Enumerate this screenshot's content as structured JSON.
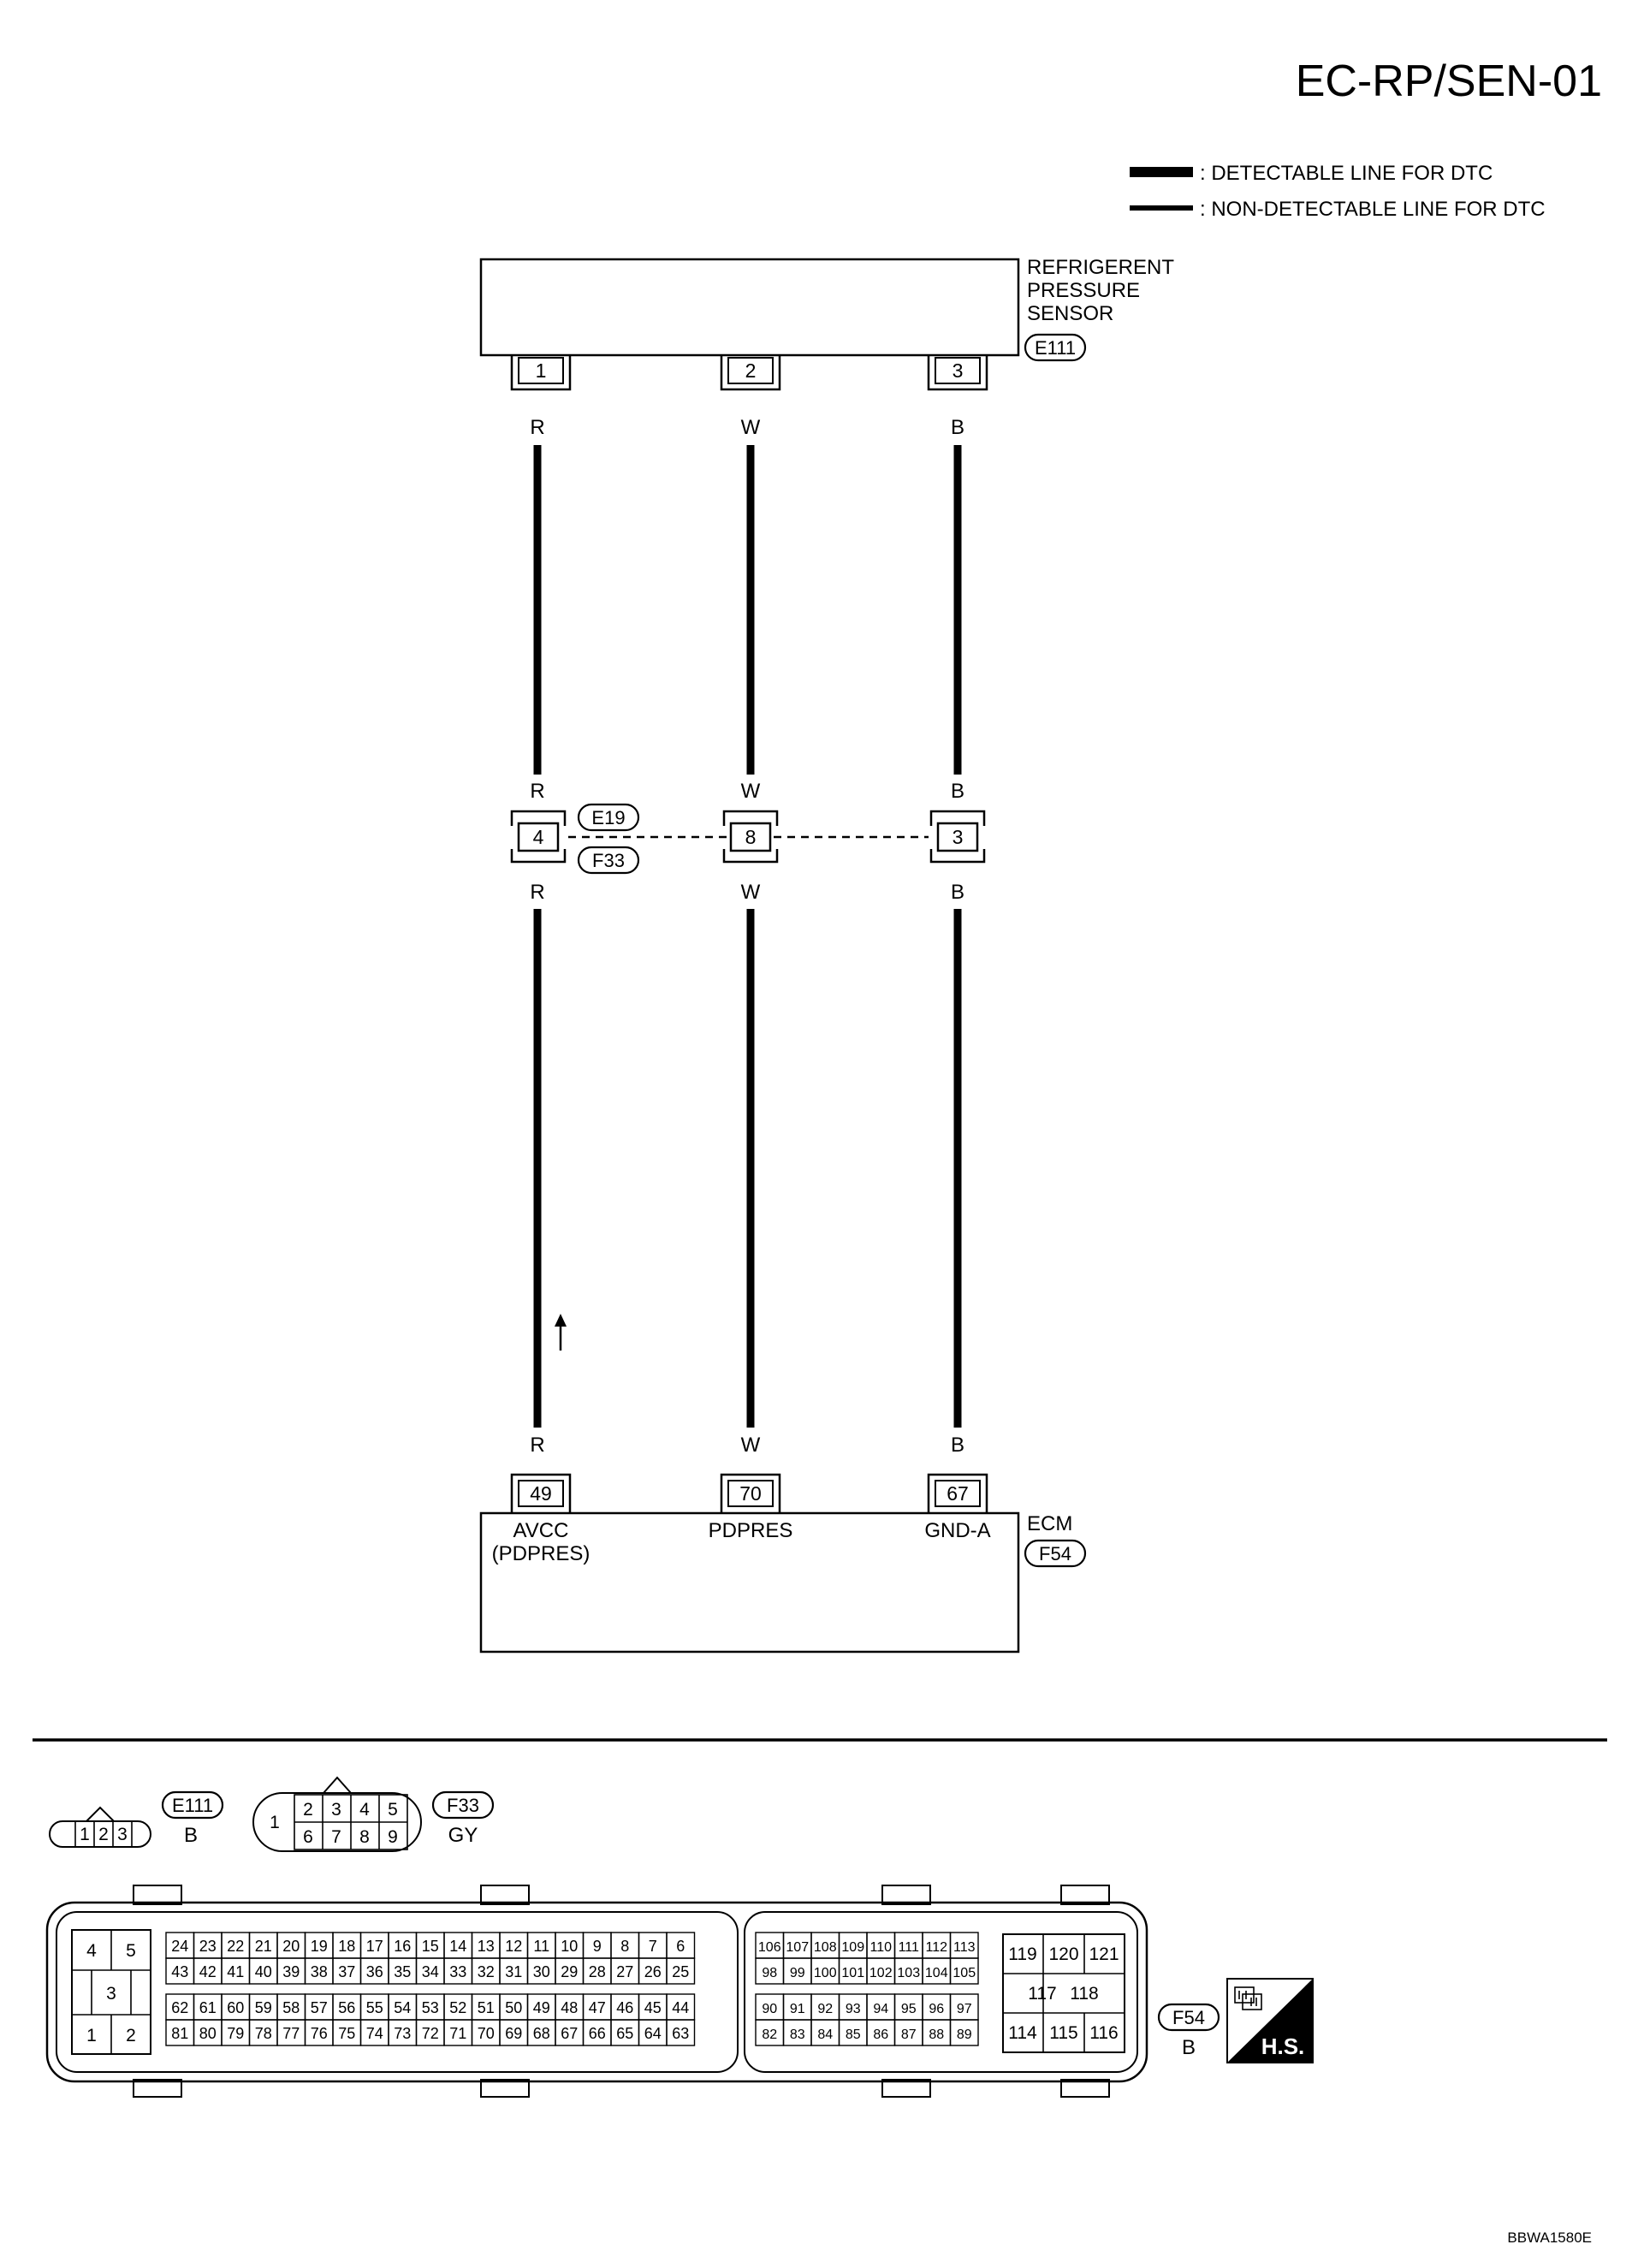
{
  "page_code": "EC-RP/SEN-01",
  "figure_code": "BBWA1580E",
  "legend": {
    "detectable": ": DETECTABLE LINE FOR DTC",
    "non_detectable": ": NON-DETECTABLE LINE FOR DTC"
  },
  "sensor": {
    "name_lines": [
      "REFRIGERENT",
      "PRESSURE",
      "SENSOR"
    ],
    "connector": "E111",
    "pins": [
      "1",
      "2",
      "3"
    ]
  },
  "wires": [
    {
      "color_code": "R",
      "sensor_pin": "1",
      "joint_pin": "4",
      "ecm_pin": "49",
      "ecm_label_lines": [
        "AVCC",
        "(PDPRES)"
      ]
    },
    {
      "color_code": "W",
      "sensor_pin": "2",
      "joint_pin": "8",
      "ecm_pin": "70",
      "ecm_label_lines": [
        "PDPRES"
      ]
    },
    {
      "color_code": "B",
      "sensor_pin": "3",
      "joint_pin": "3",
      "ecm_pin": "67",
      "ecm_label_lines": [
        "GND-A"
      ]
    }
  ],
  "joint": {
    "upper_connector": "E19",
    "lower_connector": "F33"
  },
  "ecm": {
    "name": "ECM",
    "connector": "F54"
  },
  "connector_views": {
    "e111": {
      "id": "E111",
      "color": "B",
      "pins": [
        "1",
        "2",
        "3"
      ]
    },
    "f33": {
      "id": "F33",
      "color": "GY",
      "pins": [
        "1",
        "2",
        "3",
        "4",
        "5",
        "6",
        "7",
        "8",
        "9"
      ]
    },
    "f54": {
      "id": "F54",
      "color": "B",
      "left_block": [
        "4",
        "5",
        "3",
        "1",
        "2"
      ],
      "block_a": {
        "row1": [
          "24",
          "23",
          "22",
          "21",
          "20",
          "19",
          "18",
          "17",
          "16",
          "15",
          "14",
          "13",
          "12",
          "11",
          "10",
          "9",
          "8",
          "7",
          "6"
        ],
        "row2": [
          "43",
          "42",
          "41",
          "40",
          "39",
          "38",
          "37",
          "36",
          "35",
          "34",
          "33",
          "32",
          "31",
          "30",
          "29",
          "28",
          "27",
          "26",
          "25"
        ],
        "row3": [
          "62",
          "61",
          "60",
          "59",
          "58",
          "57",
          "56",
          "55",
          "54",
          "53",
          "52",
          "51",
          "50",
          "49",
          "48",
          "47",
          "46",
          "45",
          "44"
        ],
        "row4": [
          "81",
          "80",
          "79",
          "78",
          "77",
          "76",
          "75",
          "74",
          "73",
          "72",
          "71",
          "70",
          "69",
          "68",
          "67",
          "66",
          "65",
          "64",
          "63"
        ]
      },
      "block_b": {
        "row1": [
          "106",
          "107",
          "108",
          "109",
          "110",
          "111",
          "112",
          "113"
        ],
        "row2": [
          "98",
          "99",
          "100",
          "101",
          "102",
          "103",
          "104",
          "105"
        ],
        "row3": [
          "90",
          "91",
          "92",
          "93",
          "94",
          "95",
          "96",
          "97"
        ],
        "row4": [
          "82",
          "83",
          "84",
          "85",
          "86",
          "87",
          "88",
          "89"
        ]
      },
      "block_c": {
        "top": [
          "119",
          "120",
          "121"
        ],
        "mid": [
          "117",
          "118"
        ],
        "bottom": [
          "114",
          "115",
          "116"
        ]
      }
    }
  },
  "hs_badge": "H.S."
}
